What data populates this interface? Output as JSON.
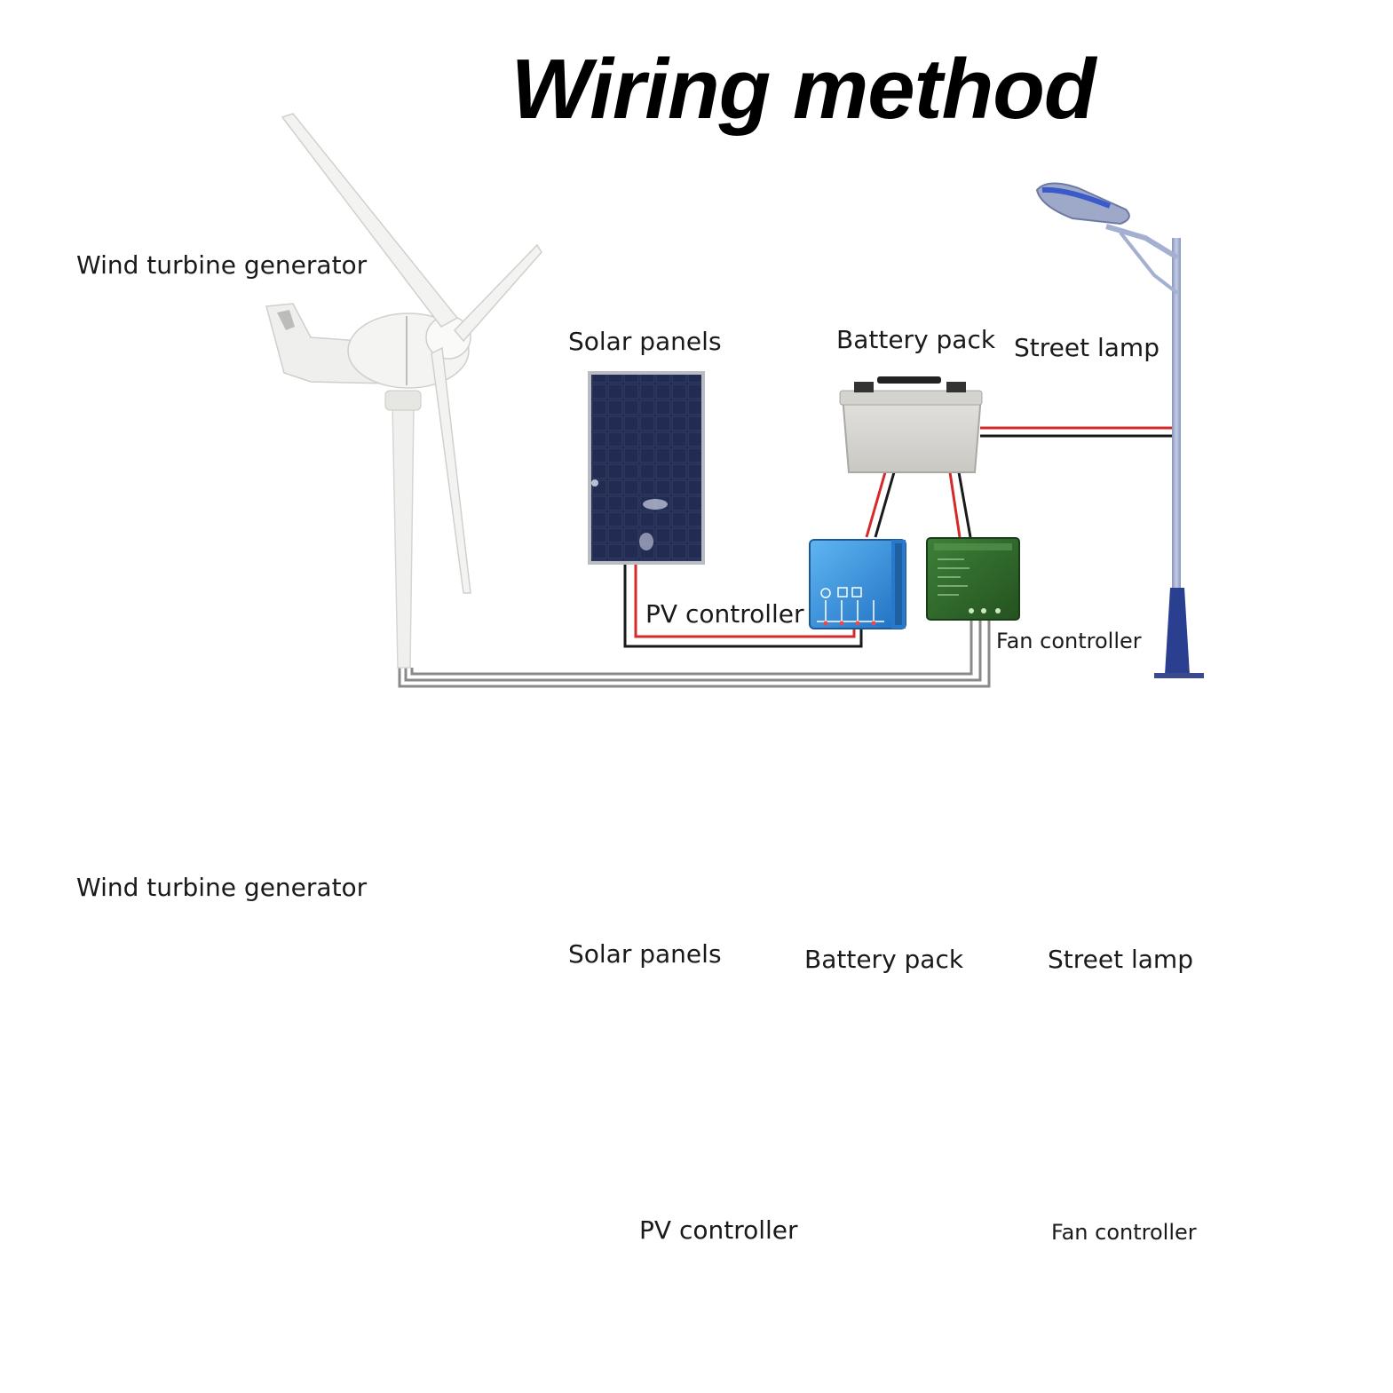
{
  "title": "Wiring method",
  "diagrams": [
    {
      "labels": {
        "wind_turbine": "Wind turbine generator",
        "solar_panels": "Solar panels",
        "battery_pack": "Battery pack",
        "street_lamp": "Street lamp",
        "pv_controller": "PV controller",
        "fan_controller": "Fan controller"
      },
      "load_icon": "street-light-icon"
    },
    {
      "labels": {
        "wind_turbine": "Wind turbine generator",
        "solar_panels": "Solar panels",
        "battery_pack": "Battery pack",
        "street_lamp": "Street lamp",
        "pv_controller": "PV controller",
        "fan_controller": "Fan controller"
      },
      "load_icon": "security-camera-icon"
    }
  ],
  "colors": {
    "wire_red": "#d42a2a",
    "wire_black": "#1a1a1a",
    "wire_grey": "#8a8a8a",
    "pv_controller": "#2f8fe0",
    "fan_controller": "#2f6b2c",
    "battery": "#d9d8d4",
    "solar_panel": "#1b2140",
    "turbine": "#f1f1ef",
    "lamp_pole": "#9aa8cc",
    "lamp_base": "#2a3f8f"
  }
}
